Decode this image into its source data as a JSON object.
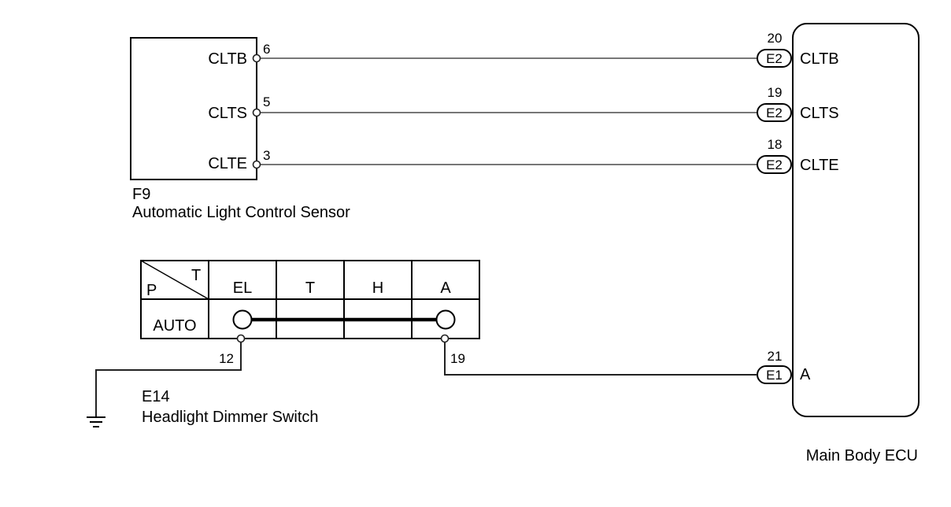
{
  "sensor": {
    "code": "F9",
    "name": "Automatic Light Control Sensor",
    "terminals": [
      {
        "label": "CLTB",
        "pin": "6"
      },
      {
        "label": "CLTS",
        "pin": "5"
      },
      {
        "label": "CLTE",
        "pin": "3"
      }
    ]
  },
  "ecu": {
    "name": "Main Body ECU",
    "terminals": [
      {
        "pin": "20",
        "connector": "E2",
        "label": "CLTB"
      },
      {
        "pin": "19",
        "connector": "E2",
        "label": "CLTS"
      },
      {
        "pin": "18",
        "connector": "E2",
        "label": "CLTE"
      },
      {
        "pin": "21",
        "connector": "E1",
        "label": "A"
      }
    ]
  },
  "switch": {
    "code": "E14",
    "name": "Headlight Dimmer Switch",
    "table": {
      "corner_top": "T",
      "corner_bottom": "P",
      "columns": [
        "EL",
        "T",
        "H",
        "A"
      ],
      "row_label": "AUTO"
    },
    "pins": {
      "left": "12",
      "right": "19"
    }
  }
}
